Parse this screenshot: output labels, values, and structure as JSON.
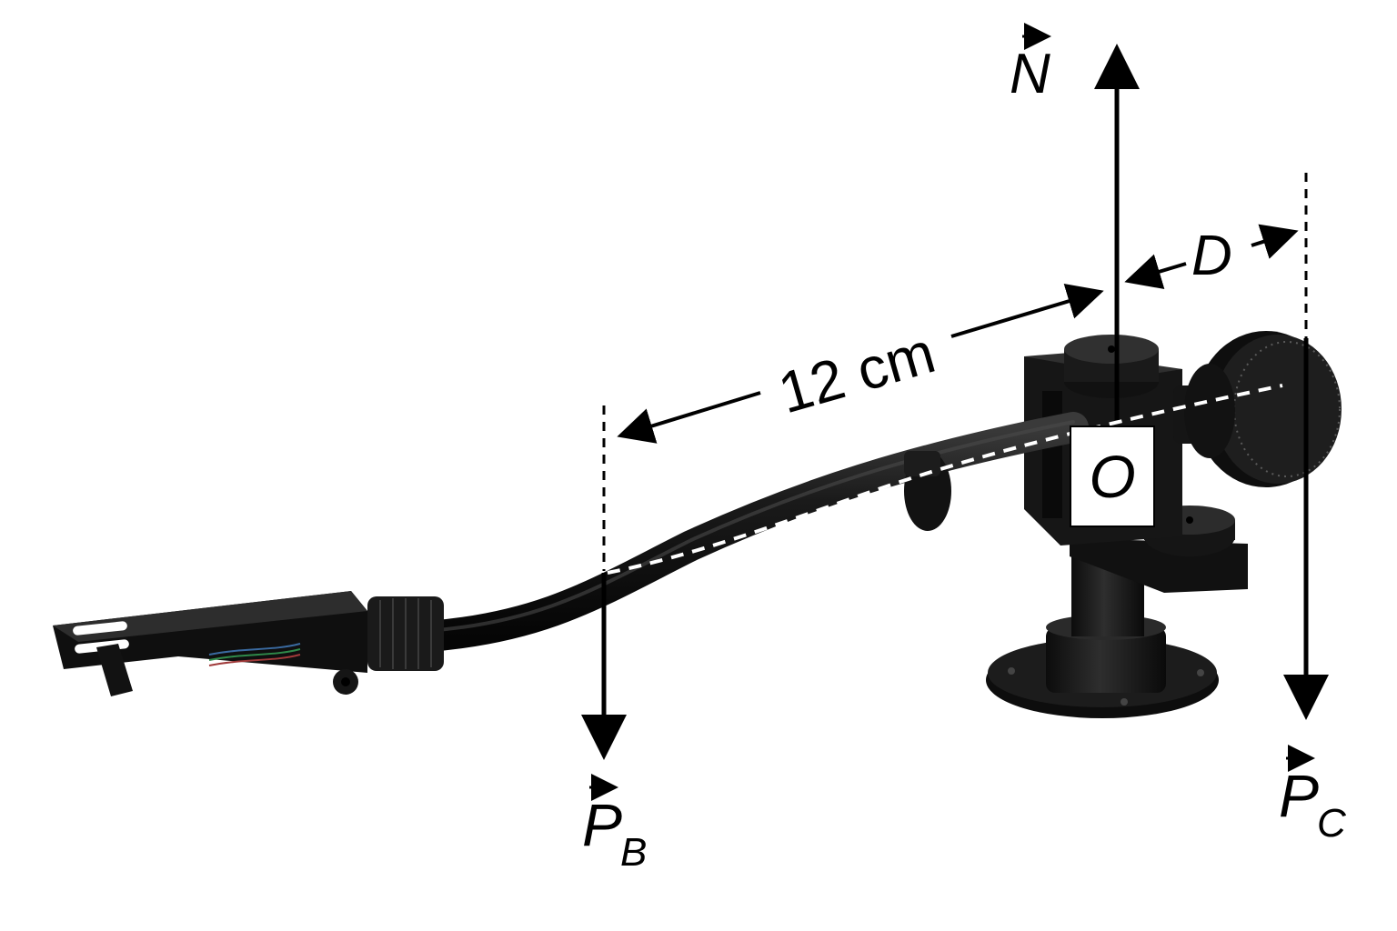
{
  "labels": {
    "normal_force": "N",
    "arm_weight": "P",
    "arm_weight_sub": "B",
    "counterweight_weight": "P",
    "counterweight_weight_sub": "C",
    "arm_length": "12 cm",
    "counterweight_distance": "D",
    "pivot": "O"
  },
  "colors": {
    "ink": "#000000",
    "metal": "#151515",
    "highlight": "#4a4a4a",
    "background": "#ffffff"
  }
}
